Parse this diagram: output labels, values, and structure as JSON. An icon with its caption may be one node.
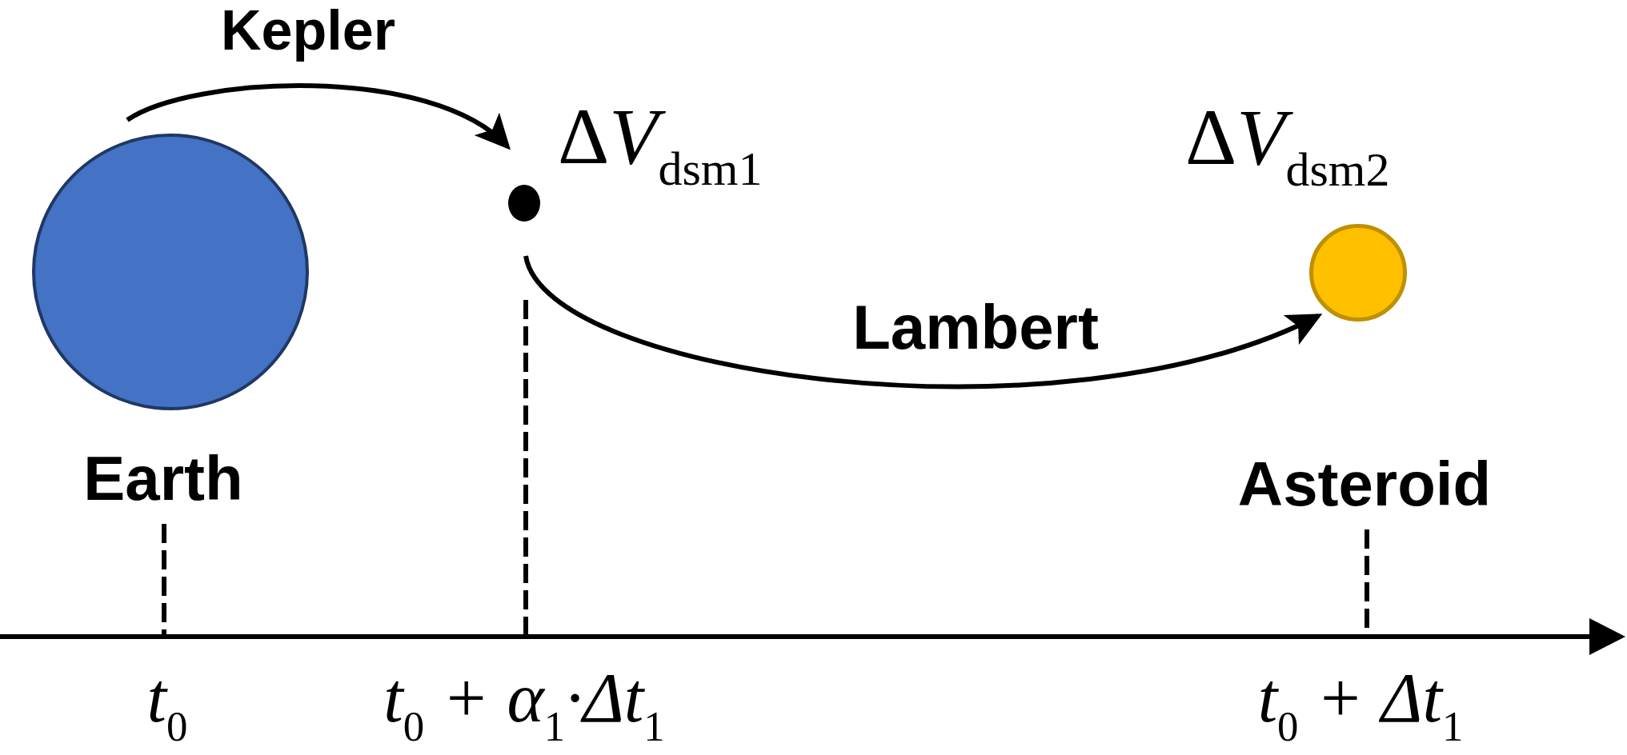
{
  "diagram": {
    "nodes": [
      {
        "text": [],
        "shape": "circle",
        "beside": [
          "Earth"
        ]
      },
      {
        "text": [],
        "shape": "circle",
        "beside": [
          "ΔV$_{dsm1}$"
        ]
      },
      {
        "text": [],
        "shape": "circle",
        "beside": [
          "ΔV$_{dsm2}$",
          "Asteroid"
        ]
      }
    ],
    "edges": [
      {
        "from": 0,
        "to": 1,
        "arrow": "to",
        "label": "Kepler"
      },
      {
        "from": 1,
        "to": 2,
        "arrow": "to",
        "label": "Lambert"
      }
    ],
    "labels": [
      "t$_{0}$",
      "t$_{0}$ + α$_{1}$·Δt$_{1}$",
      "t$_{0}$ + Δt$_{1}$"
    ]
  }
}
